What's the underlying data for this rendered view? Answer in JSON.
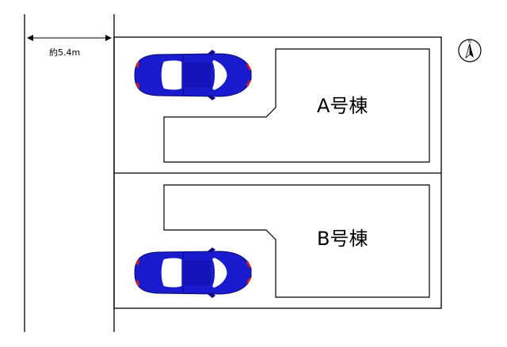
{
  "road": {
    "width_label": "約5.4m"
  },
  "lots": [
    {
      "label": "A号棟",
      "car_icon": "car-icon"
    },
    {
      "label": "B号棟",
      "car_icon": "car-icon"
    }
  ],
  "compass": {
    "north_label": "N",
    "icon": "north-arrow-icon"
  },
  "colors": {
    "line": "#000000",
    "car_body": "#1a1acf",
    "car_dark": "#0a0a8a",
    "car_taillight": "#cc2222",
    "background": "#ffffff"
  }
}
